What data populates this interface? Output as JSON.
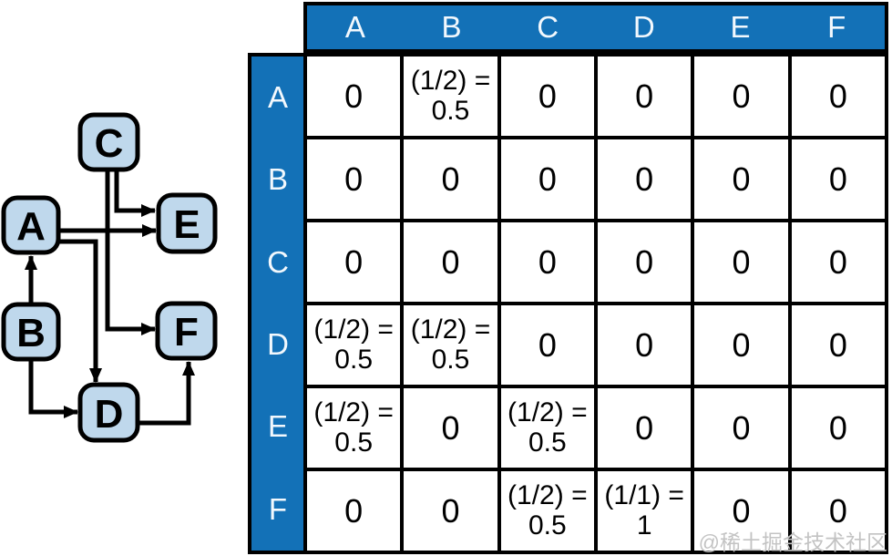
{
  "figure": {
    "description": "Directed link graph with matching hyperlink weight matrix"
  },
  "graph": {
    "nodes": [
      {
        "id": "A",
        "label": "A"
      },
      {
        "id": "B",
        "label": "B"
      },
      {
        "id": "C",
        "label": "C"
      },
      {
        "id": "D",
        "label": "D"
      },
      {
        "id": "E",
        "label": "E"
      },
      {
        "id": "F",
        "label": "F"
      }
    ],
    "edges": [
      {
        "from": "C",
        "to": "E"
      },
      {
        "from": "C",
        "to": "F"
      },
      {
        "from": "A",
        "to": "E"
      },
      {
        "from": "A",
        "to": "D"
      },
      {
        "from": "B",
        "to": "A"
      },
      {
        "from": "B",
        "to": "D"
      },
      {
        "from": "D",
        "to": "F"
      }
    ]
  },
  "matrix": {
    "column_headers": [
      "A",
      "B",
      "C",
      "D",
      "E",
      "F"
    ],
    "row_headers": [
      "A",
      "B",
      "C",
      "D",
      "E",
      "F"
    ],
    "rows": [
      {
        "header": "A",
        "cells": [
          [
            "0"
          ],
          [
            "(1/2) =",
            "0.5"
          ],
          [
            "0"
          ],
          [
            "0"
          ],
          [
            "0"
          ],
          [
            "0"
          ]
        ]
      },
      {
        "header": "B",
        "cells": [
          [
            "0"
          ],
          [
            "0"
          ],
          [
            "0"
          ],
          [
            "0"
          ],
          [
            "0"
          ],
          [
            "0"
          ]
        ]
      },
      {
        "header": "C",
        "cells": [
          [
            "0"
          ],
          [
            "0"
          ],
          [
            "0"
          ],
          [
            "0"
          ],
          [
            "0"
          ],
          [
            "0"
          ]
        ]
      },
      {
        "header": "D",
        "cells": [
          [
            "(1/2) =",
            "0.5"
          ],
          [
            "(1/2) =",
            "0.5"
          ],
          [
            "0"
          ],
          [
            "0"
          ],
          [
            "0"
          ],
          [
            "0"
          ]
        ]
      },
      {
        "header": "E",
        "cells": [
          [
            "(1/2) =",
            "0.5"
          ],
          [
            "0"
          ],
          [
            "(1/2) =",
            "0.5"
          ],
          [
            "0"
          ],
          [
            "0"
          ],
          [
            "0"
          ]
        ]
      },
      {
        "header": "F",
        "cells": [
          [
            "0"
          ],
          [
            "0"
          ],
          [
            "(1/2) =",
            "0.5"
          ],
          [
            "(1/1) =",
            "1"
          ],
          [
            "0"
          ],
          [
            "0"
          ]
        ]
      }
    ]
  },
  "watermark": {
    "text": "@稀土掘金技术社区"
  },
  "colors": {
    "header_blue": "#1371b7",
    "node_fill": "#bfd8ec",
    "line_black": "#000000",
    "watermark_gray": "#c3c3c3"
  }
}
